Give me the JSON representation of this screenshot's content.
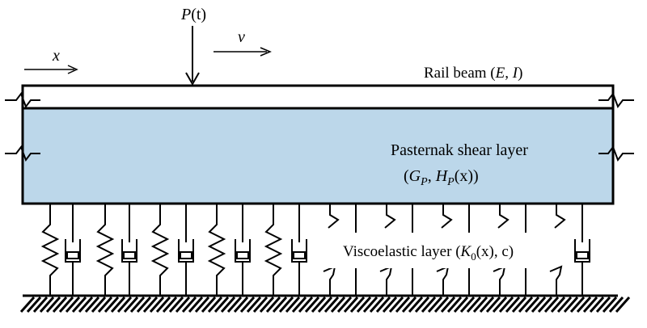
{
  "load": {
    "symbol": "P",
    "arg": "(t)"
  },
  "velocity": {
    "symbol": "v"
  },
  "axis": {
    "symbol": "x"
  },
  "rail": {
    "prefix": "Rail beam (",
    "e": "E",
    "sep": ", ",
    "i": "I",
    "suffix": ")"
  },
  "pasternak": {
    "line1": "Pasternak shear layer",
    "open": "(",
    "g": "G",
    "g_sub": "P",
    "sep": ", ",
    "h": "H",
    "h_sub": "P",
    "h_arg": "(x)",
    "close": ")"
  },
  "viscoelastic": {
    "prefix": "Viscoelastic layer (",
    "k": "K",
    "k_sub": "0",
    "k_arg": "(x)",
    "suffix": ", c)"
  },
  "colors": {
    "pasternak_fill": "#bcd7ea",
    "line": "#000000",
    "background": "#ffffff"
  }
}
